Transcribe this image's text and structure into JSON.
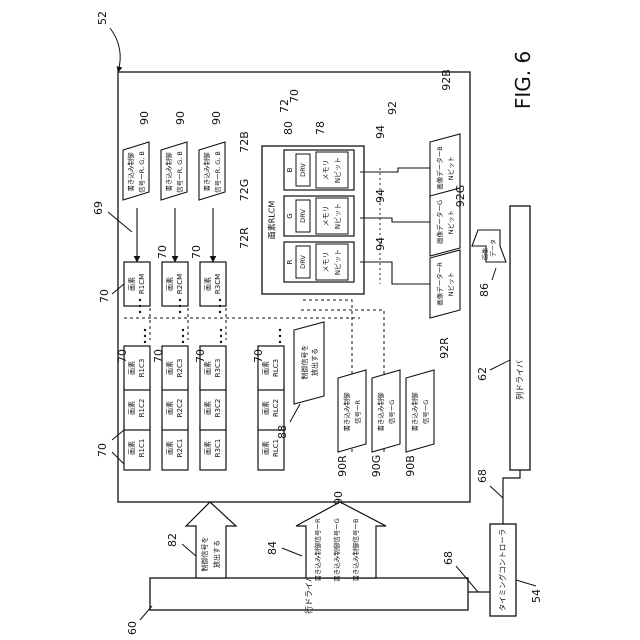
{
  "figure": {
    "label": "FIG. 6",
    "numerals": {
      "n52": "52",
      "n60": "60",
      "n54": "54",
      "n62": "62",
      "n68a": "68",
      "n68b": "68",
      "n69": "69",
      "n70_row1a": "70",
      "n70_row1b": "70",
      "n70_row1c": "70",
      "n70_col1a": "70",
      "n70_col1b": "70",
      "n70_col1c": "70",
      "n70_col1d": "70",
      "n70_left": "70",
      "n70_top": "70",
      "n72": "72",
      "n72R": "72R",
      "n72G": "72G",
      "n72B": "72B",
      "n78": "78",
      "n80": "80",
      "n82": "82",
      "n84": "84",
      "n86": "86",
      "n88": "88",
      "n90a": "90",
      "n90b": "90",
      "n90c": "90",
      "n90d": "90",
      "n90R": "90R",
      "n90G": "90G",
      "n90B": "90B",
      "n92": "92",
      "n92R": "92R",
      "n92G": "92G",
      "n92B": "92B",
      "n94a": "94",
      "n94b": "94",
      "n94c": "94"
    }
  },
  "blocks": {
    "row_driver": "行ドライバ",
    "column_driver": "列ドライバ",
    "timing_controller": "タイミングコントローラ"
  },
  "arrows": {
    "emit_control_line1": "制御信号を",
    "emit_control_line2": "放出する",
    "write_r": "書き込み制御信号ーR",
    "write_g": "書き込み制御信号ーG",
    "write_b": "書き込み制御信号ーB",
    "image_data_line1": "画像",
    "image_data_line2": "データ"
  },
  "pixels": {
    "label": "画素",
    "codes": [
      "R1C1",
      "R1C2",
      "R1C3",
      "R2C1",
      "R2C2",
      "R2C3",
      "R3C1",
      "R3C2",
      "R3C3",
      "RLC1",
      "RLC2",
      "RLC3"
    ],
    "column_m": [
      "R1CM",
      "R2CM",
      "R3CM"
    ],
    "rlcm_label": "画素RLCM"
  },
  "subpixels": [
    {
      "color": "R",
      "drv": "DRV",
      "memory": "メモリ",
      "bits": "Nビット"
    },
    {
      "color": "G",
      "drv": "DRV",
      "memory": "メモリ",
      "bits": "Nビット"
    },
    {
      "color": "B",
      "drv": "DRV",
      "memory": "メモリ",
      "bits": "Nビット"
    }
  ],
  "signals": {
    "write_rgb_line1": "書き込み制御",
    "write_rgb_line2": "信号ーR, G, B",
    "write_r_line1": "書き込み制御",
    "write_r_line2": "信号ーR",
    "write_g_line1": "書き込み制御",
    "write_g_line2": "信号ーG",
    "write_b_line1": "書き込み制御",
    "write_b_line2": "信号ーG",
    "emit_line1": "制御信号を",
    "emit_line2": "放出する",
    "image_r_line1": "画像データーR",
    "image_g_line1": "画像データーG",
    "image_b_line1": "画像データーB",
    "image_bits": "Nビット"
  }
}
